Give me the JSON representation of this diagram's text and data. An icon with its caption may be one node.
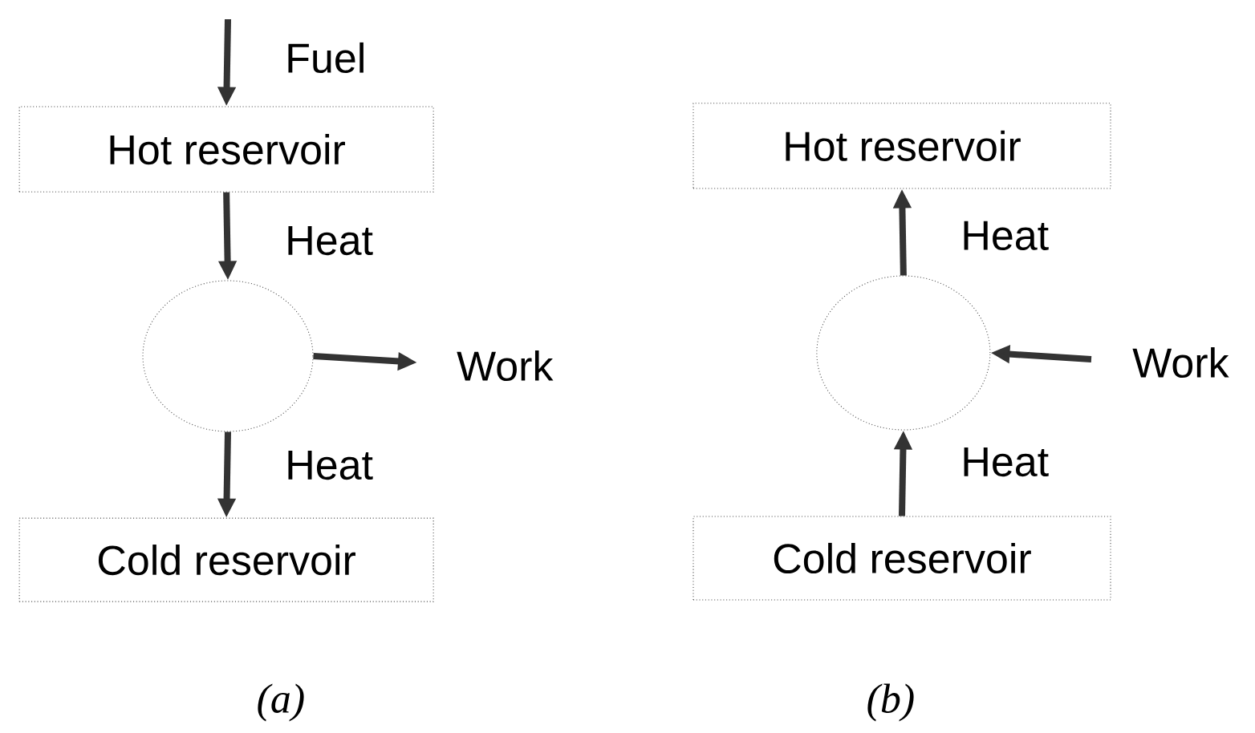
{
  "diagram": {
    "nodes": [
      {
        "text": [
          "Hot reservoir"
        ]
      },
      {
        "text": [],
        "shape": "circle"
      },
      {
        "text": [
          "Cold reservoir"
        ]
      },
      {
        "text": [
          "Hot reservoir"
        ]
      },
      {
        "text": [],
        "shape": "circle"
      },
      {
        "text": [
          "Cold reservoir"
        ]
      }
    ],
    "edges": [
      {
        "from": null,
        "to": 0,
        "arrow": "to",
        "label": "Fuel"
      },
      {
        "from": 0,
        "to": 1,
        "arrow": "to",
        "label": "Heat"
      },
      {
        "from": 1,
        "to": null,
        "arrow": "to",
        "label": "Work"
      },
      {
        "from": 1,
        "to": 2,
        "arrow": "to",
        "label": "Heat"
      },
      {
        "from": 4,
        "to": 3,
        "arrow": "to",
        "label": "Heat"
      },
      {
        "from": null,
        "to": 4,
        "arrow": "to",
        "label": "Work"
      },
      {
        "from": 5,
        "to": 4,
        "arrow": "to",
        "label": "Heat"
      }
    ],
    "labels": [
      "(a)",
      "(b)"
    ]
  }
}
